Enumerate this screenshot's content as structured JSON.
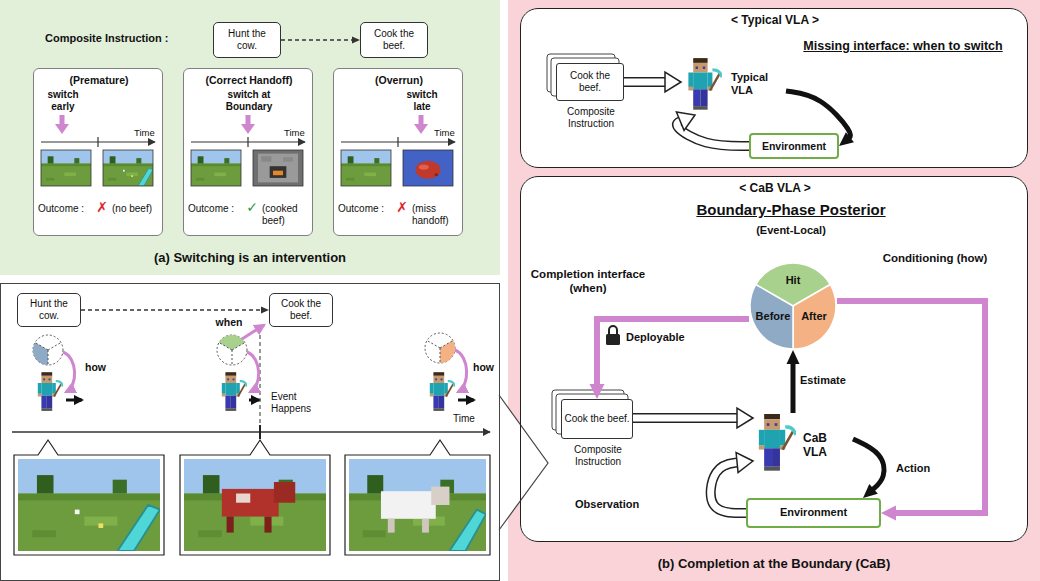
{
  "diagram": {
    "nodes": [
      {
        "text": [
          "Composite Instruction :",
          "(a) Switching is an intervention"
        ]
      },
      {
        "text": [
          "Hunt the cow."
        ],
        "in": 0
      },
      {
        "text": [
          "Cook the beef."
        ],
        "in": 0
      },
      {
        "text": [
          "(Premature)",
          "switch early",
          "Time",
          "Outcome :",
          "✗",
          "(no beef)"
        ],
        "in": 0
      },
      {
        "text": [
          "(Correct Handoff)",
          "switch at Boundary",
          "Time",
          "Outcome :",
          "✓",
          "(cooked beef)"
        ],
        "in": 0
      },
      {
        "text": [
          "(Overrun)",
          "switch late",
          "Time",
          "Outcome :",
          "✗",
          "(miss handoff)"
        ],
        "in": 0
      },
      {
        "text": [
          "when",
          "how",
          "how",
          "Event Happens",
          "Time"
        ]
      },
      {
        "text": [
          "Hunt the cow."
        ],
        "in": 6
      },
      {
        "text": [
          "Cook the beef."
        ],
        "in": 6
      },
      {
        "text": [
          "(b) Completion at the Boundary (CaB)"
        ]
      },
      {
        "text": [
          "< Typical VLA >",
          "Missing interface: when to switch"
        ],
        "in": 9
      },
      {
        "text": [
          "Cook the beef.",
          "Composite Instruction"
        ],
        "in": 10
      },
      {
        "text": [
          "Typical VLA"
        ],
        "in": 10
      },
      {
        "text": [
          "Environment"
        ],
        "in": 10
      },
      {
        "text": [
          "< CaB VLA >",
          "Boundary-Phase Posterior",
          "(Event-Local)"
        ],
        "in": 9
      },
      {
        "text": [
          "Hit",
          "Before",
          "After"
        ],
        "in": 14
      },
      {
        "text": [
          "Cook the beef.",
          "Composite Instruction"
        ],
        "in": 14
      },
      {
        "text": [
          "CaB VLA"
        ],
        "in": 14
      },
      {
        "text": [
          "Environment"
        ],
        "in": 14
      }
    ],
    "edges": [
      {
        "from": 1,
        "to": 2,
        "arrow": "to"
      },
      {
        "from": 7,
        "to": 8,
        "arrow": "to"
      },
      {
        "from": 11,
        "to": 12,
        "arrow": "to"
      },
      {
        "from": 12,
        "to": 13,
        "arrow": "to"
      },
      {
        "from": 13,
        "to": 12,
        "arrow": "to"
      },
      {
        "from": 15,
        "to": 16,
        "arrow": "to",
        "label": "Completion interface (when)"
      },
      {
        "from": 15,
        "to": 18,
        "arrow": "to",
        "label": "Conditioning (how)"
      },
      {
        "from": 17,
        "to": 15,
        "arrow": "to",
        "label": "Estimate"
      },
      {
        "from": 16,
        "to": 17,
        "arrow": "to"
      },
      {
        "from": 17,
        "to": 18,
        "arrow": "to",
        "label": "Action"
      },
      {
        "from": 18,
        "to": 17,
        "arrow": "to",
        "label": "Observation"
      }
    ],
    "labels": [
      "Deployable"
    ]
  }
}
